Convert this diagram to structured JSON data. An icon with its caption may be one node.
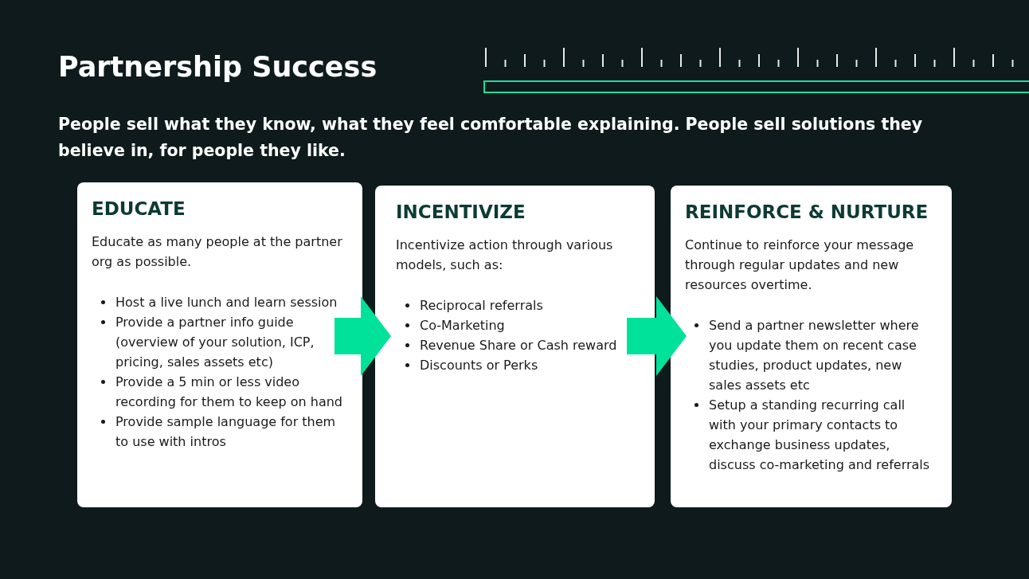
{
  "diagram": {
    "title": "Partnership Success",
    "nodes": [
      {
        "text": [
          "EDUCATE",
          "Educate as many people at the partner org as possible.",
          "Host a live lunch and learn session",
          "Provide a partner info guide (overview of your solution, ICP, pricing, sales assets etc)",
          "Provide a 5 min or less video recording for them to keep on hand",
          "Provide sample language for them to use with intros"
        ]
      },
      {
        "text": [
          "INCENTIVIZE",
          "Incentivize action through various models, such as:",
          "Reciprocal referrals",
          "Co-Marketing",
          "Revenue Share or Cash reward",
          "Discounts or Perks"
        ]
      },
      {
        "text": [
          "REINFORCE & NURTURE",
          "Continue to reinforce your message through regular updates and new resources overtime.",
          "Send a partner newsletter where you update them on recent case studies, product updates, new sales assets etc",
          "Setup a standing recurring call with your primary contacts to exchange business updates, discuss co-marketing and referrals"
        ]
      }
    ],
    "edges": [
      {
        "from": 0,
        "to": 1,
        "arrow": "to"
      },
      {
        "from": 1,
        "to": 2,
        "arrow": "to"
      }
    ],
    "labels": [
      "People sell what they know, what they feel comfortable explaining. People sell solutions they believe in, for people they like."
    ]
  }
}
